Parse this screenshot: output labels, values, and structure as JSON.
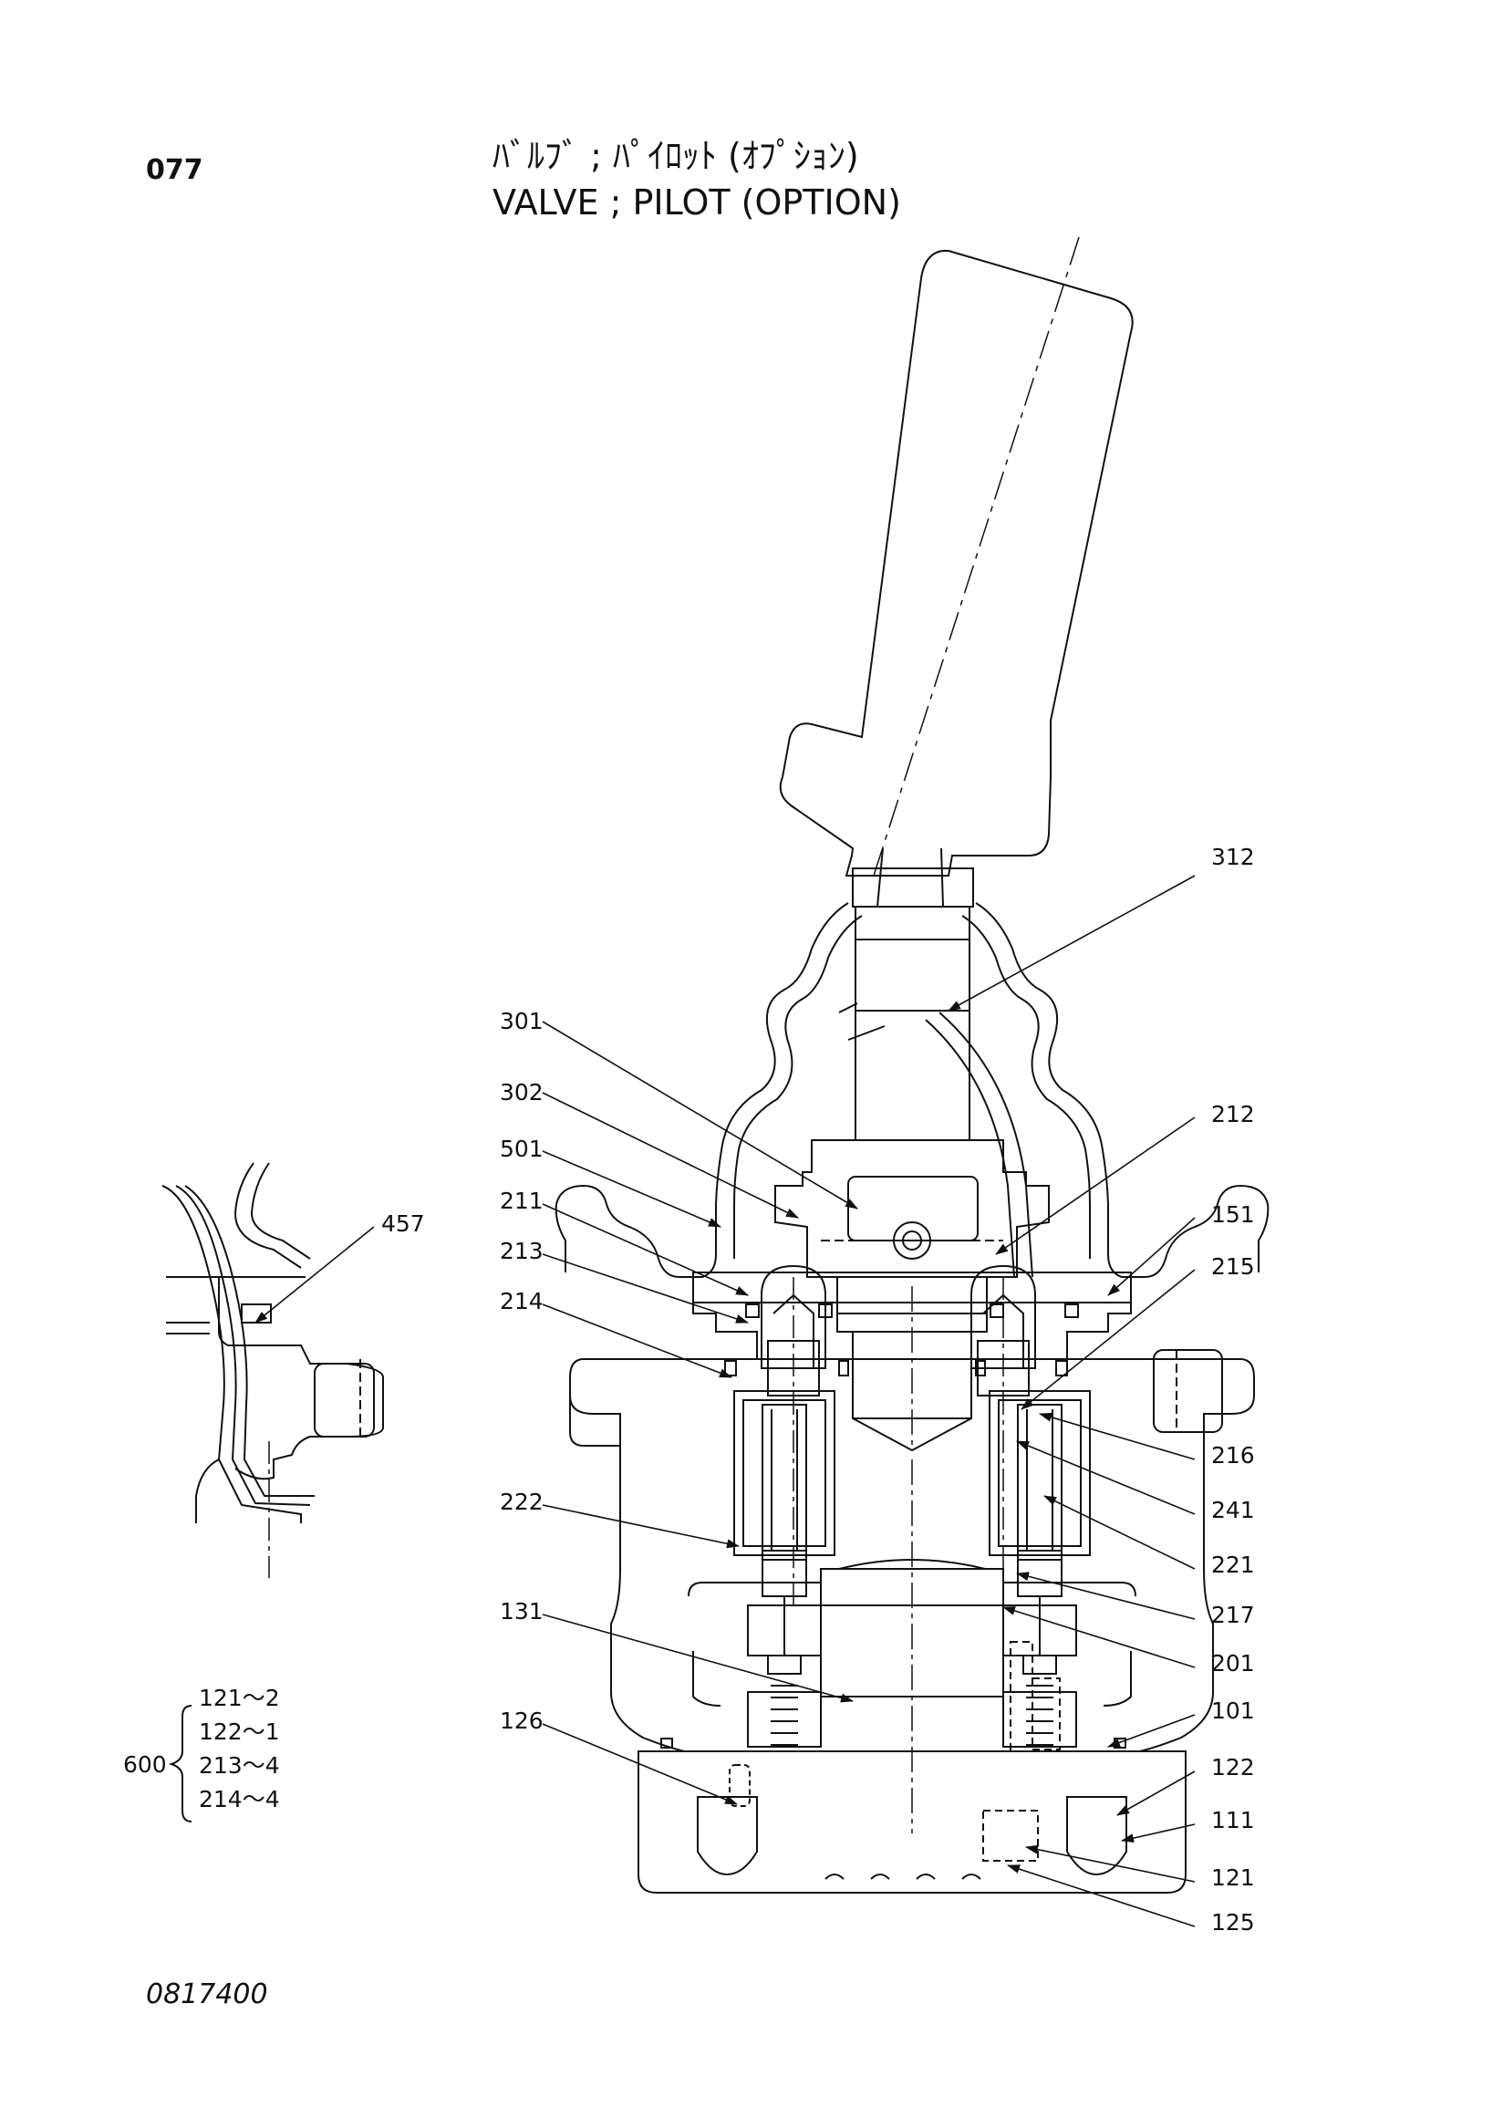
{
  "page_number": "077",
  "title_jp": "ﾊﾞﾙﾌﾞ ; ﾊﾟｲﾛｯﾄ (ｵﾌﾟｼｮﾝ)",
  "title_en": "VALVE ; PILOT (OPTION)",
  "drawing_number": "0817400",
  "callouts": {
    "c312": "312",
    "c301": "301",
    "c302": "302",
    "c501": "501",
    "c211": "211",
    "c213": "213",
    "c214": "214",
    "c212": "212",
    "c151": "151",
    "c215": "215",
    "c457": "457",
    "c216": "216",
    "c241": "241",
    "c222": "222",
    "c221": "221",
    "c131": "131",
    "c217": "217",
    "c201": "201",
    "c126": "126",
    "c101": "101",
    "c122": "122",
    "c111": "111",
    "c121": "121",
    "c125": "125"
  },
  "kit": {
    "label": "600",
    "items": [
      "121～2",
      "122～1",
      "213～4",
      "214～4"
    ]
  }
}
